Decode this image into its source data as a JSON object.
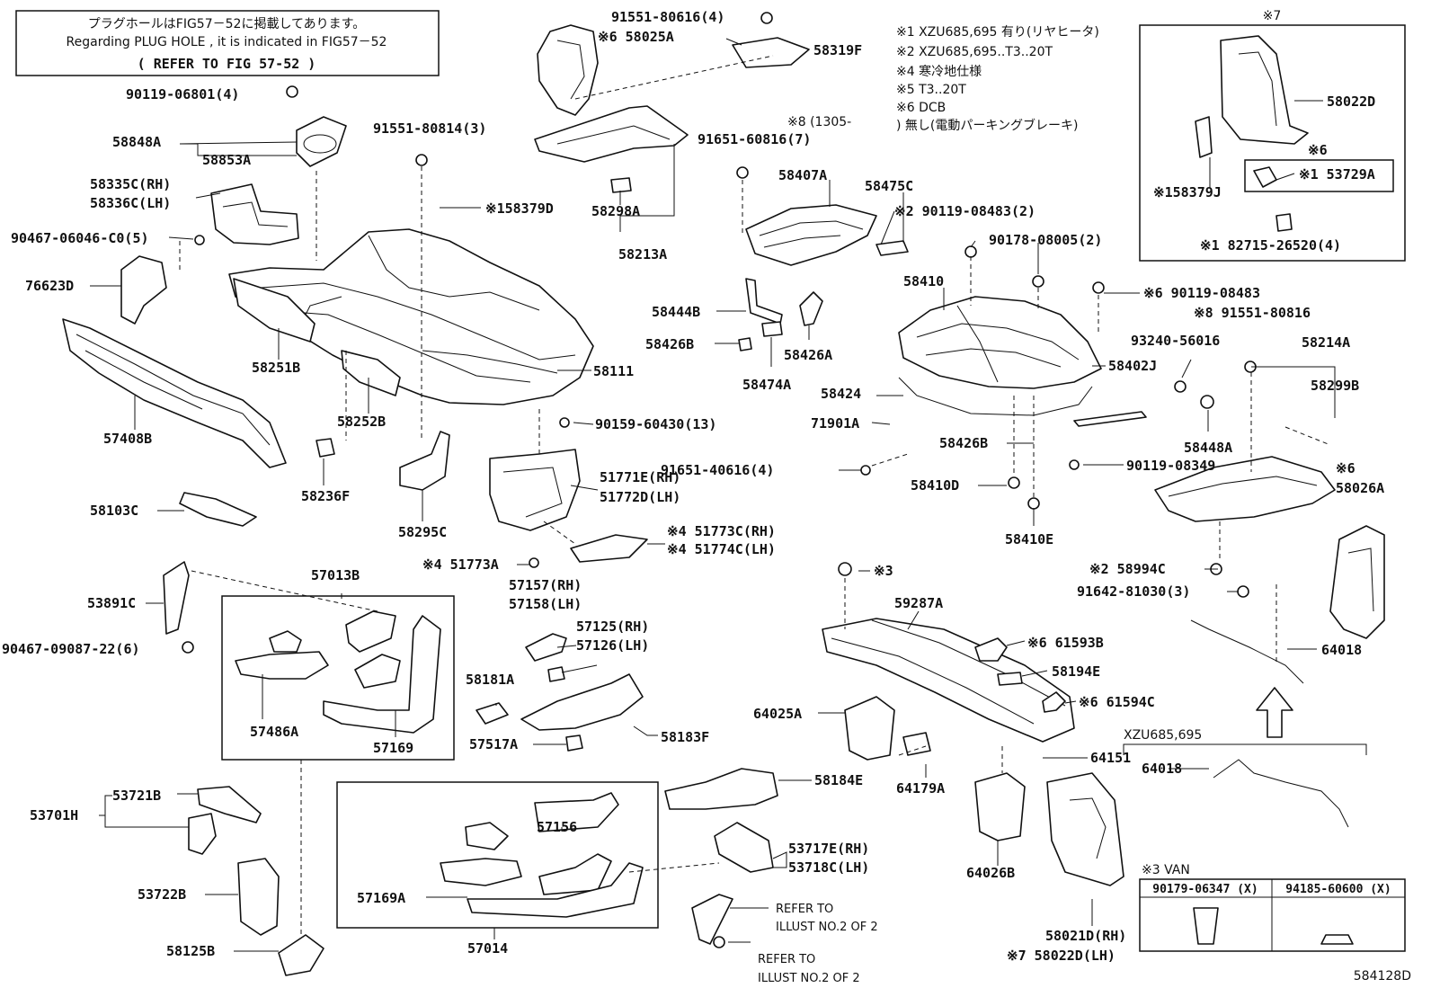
{
  "notice": {
    "line_jp": "プラグホールはFIG57－52に掲載してあります。",
    "line_en": "Regarding  PLUG HOLE , it is indicated in  FIG57－52",
    "line_ref": "(      REFER TO FIG 57-52        )"
  },
  "notes": {
    "n1": "※1 XZU685,695 有り(リヤヒータ)",
    "n2": "※2 XZU685,695..T3..20T",
    "n4": "※4 寒冷地仕様",
    "n5": "※5 T3..20T",
    "n6": "※6 DCB",
    "n8a": "※8 (1305-",
    "n8b": ") 無し(電動パーキングブレーキ)"
  },
  "inset7": {
    "title": "※7"
  },
  "xzu": {
    "title": "XZU685,695"
  },
  "van": {
    "title": "※3 VAN",
    "col1": "90179-06347 (X)",
    "col2": "94185-60600 (X)"
  },
  "refer": {
    "r1a": "REFER TO",
    "r1b": "ILLUST NO.2 OF 2",
    "r2a": "REFER TO",
    "r2b": "ILLUST NO.2 OF 2"
  },
  "figure_code": "584128D",
  "parts": [
    "91551-80616(4)",
    "※6 58025A",
    "58319F",
    "90119-06801(4)",
    "91551-80814(3)",
    "58848A",
    "58853A",
    "58335C(RH)",
    "58336C(LH)",
    "90467-06046-C0(5)",
    "※158379D",
    "58298A",
    "58213A",
    "76623D",
    "57408B",
    "58251B",
    "58111",
    "58252B",
    "58236F",
    "58103C",
    "90159-60430(13)",
    "51771E(RH)",
    "51772D(LH)",
    "58295C",
    "※4 51773C(RH)",
    "※4 51774C(LH)",
    "※4 51773A",
    "91651-60816(7)",
    "58407A",
    "58475C",
    "※2 90119-08483(2)",
    "90178-08005(2)",
    "58410",
    "58444B",
    "58426B",
    "58474A",
    "58426A",
    "58424",
    "71901A",
    "91651-40616(4)",
    "58426B",
    "58410D",
    "58410E",
    "※6 90119-08483",
    "※8 91551-80816",
    "93240-56016",
    "58214A",
    "58402J",
    "58299B",
    "58448A",
    "90119-08349",
    "※6",
    "58026A",
    "※2 58994C",
    "91642-81030(3)",
    "64018",
    "58022D",
    "※6",
    "※1 53729A",
    "※158379J",
    "※1 82715-26520(4)",
    "57013B",
    "53891C",
    "90467-09087-22(6)",
    "57486A",
    "57169",
    "57157(RH)",
    "57158(LH)",
    "57125(RH)",
    "57126(LH)",
    "58181A",
    "57517A",
    "58183F",
    "※3",
    "59287A",
    "※6 61593B",
    "58194E",
    "※6 61594C",
    "64025A",
    "64179A",
    "64151",
    "64018",
    "58184E",
    "53717E(RH)",
    "53718C(LH)",
    "53721B",
    "53701H",
    "53722B",
    "57156",
    "57169A",
    "57014",
    "58125B",
    "64026B",
    "58021D(RH)",
    "※7 58022D(LH)"
  ]
}
